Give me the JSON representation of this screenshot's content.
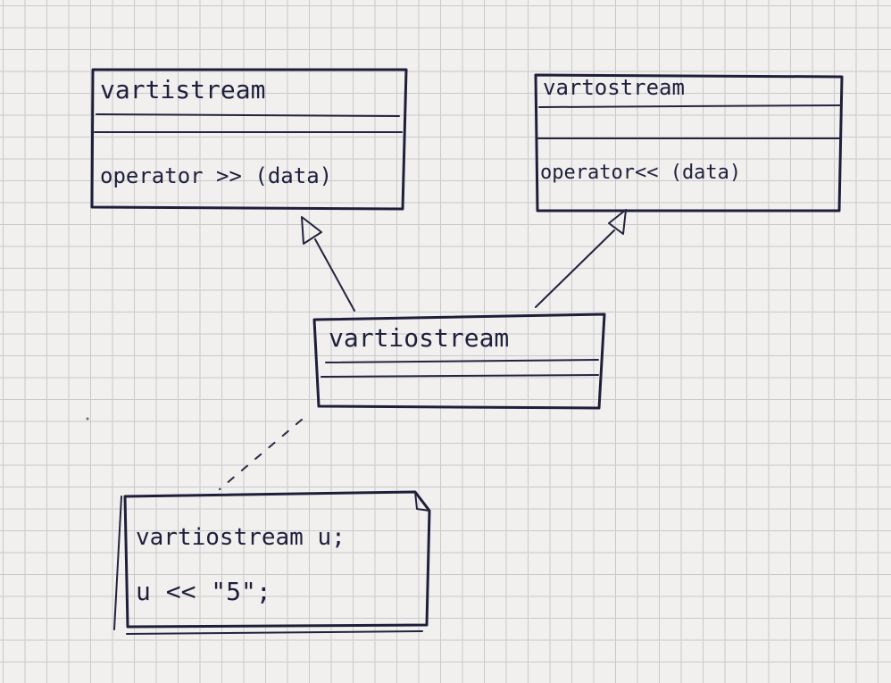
{
  "diagram": {
    "classes": {
      "istream": {
        "name": "vartistream",
        "method": "operator >> (data)"
      },
      "ostream": {
        "name": "vartostream",
        "method": "operator<< (data)"
      },
      "iostream": {
        "name": "vartiostream"
      }
    },
    "note": {
      "line1": "vartiostream u;",
      "line2": "u << \"5\";"
    }
  }
}
